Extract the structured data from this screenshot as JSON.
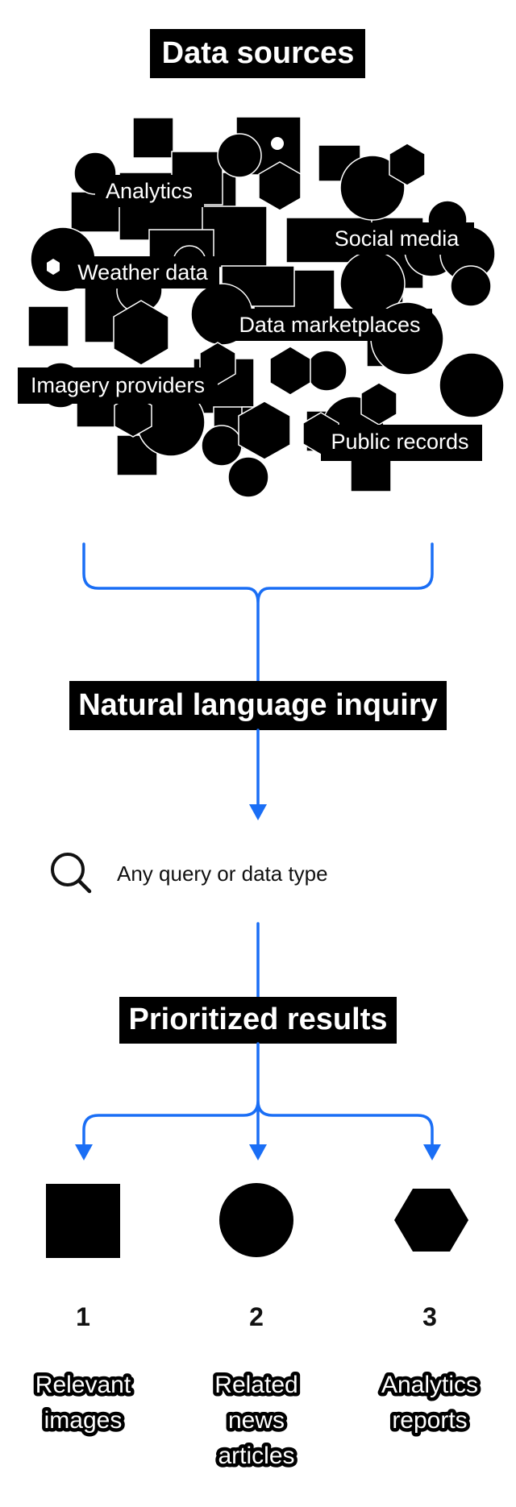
{
  "title": "Data sources",
  "sources": [
    {
      "label": "Analytics"
    },
    {
      "label": "Social media"
    },
    {
      "label": "Weather data"
    },
    {
      "label": "Data marketplaces"
    },
    {
      "label": "Imagery providers"
    },
    {
      "label": "Public records"
    }
  ],
  "inquiry_title": "Natural language inquiry",
  "search": {
    "icon": "search-icon",
    "text": "Any query or data type"
  },
  "results_title": "Prioritized results",
  "results": [
    {
      "rank": "1",
      "shape": "square-icon",
      "lines": [
        "Relevant",
        "images"
      ]
    },
    {
      "rank": "2",
      "shape": "circle-icon",
      "lines": [
        "Related",
        "news",
        "articles"
      ]
    },
    {
      "rank": "3",
      "shape": "hexagon-icon",
      "lines": [
        "Analytics",
        "reports"
      ]
    }
  ],
  "colors": {
    "accent": "#1a6ef5",
    "ink": "#000000",
    "paper": "#ffffff"
  }
}
